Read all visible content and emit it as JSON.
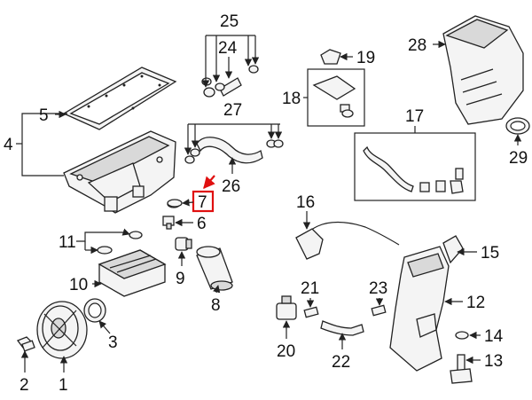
{
  "callouts": {
    "c1": "1",
    "c2": "2",
    "c3": "3",
    "c4": "4",
    "c5": "5",
    "c6": "6",
    "c7": "7",
    "c8": "8",
    "c9": "9",
    "c10": "10",
    "c11": "11",
    "c12": "12",
    "c13": "13",
    "c14": "14",
    "c15": "15",
    "c16": "16",
    "c17": "17",
    "c18": "18",
    "c19": "19",
    "c20": "20",
    "c21": "21",
    "c22": "22",
    "c23": "23",
    "c24": "24",
    "c25": "25",
    "c26": "26",
    "c27": "27",
    "c28": "28",
    "c29": "29"
  },
  "highlight": {
    "part": "7",
    "color": "#e01010"
  }
}
